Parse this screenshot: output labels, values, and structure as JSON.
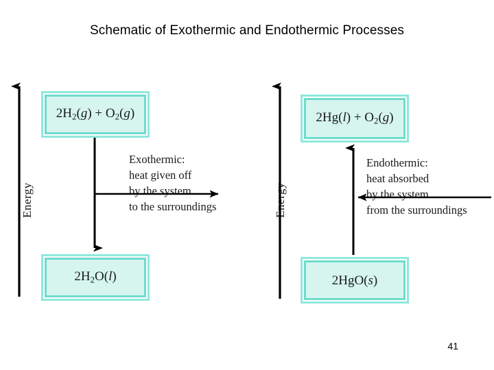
{
  "title": "Schematic of Exothermic and Endothermic Processes",
  "page_number": "41",
  "colors": {
    "box_outer_glow": "#ffffff",
    "box_band": "#8fe8dc",
    "box_ring": "#6fdccb",
    "box_fill": "#d6f5ef",
    "line": "#000000",
    "text": "#000000"
  },
  "diagrams": [
    {
      "id": "exothermic",
      "axis_label": "Energy",
      "axis_direction": "up",
      "reaction_arrow_direction": "down",
      "heat_arrow_direction": "right",
      "top_box": {
        "formula_parts": [
          {
            "t": "2H",
            "style": "normal"
          },
          {
            "t": "2",
            "style": "sub"
          },
          {
            "t": "(",
            "style": "normal"
          },
          {
            "t": "g",
            "style": "italic"
          },
          {
            "t": ") + O",
            "style": "normal"
          },
          {
            "t": "2",
            "style": "sub"
          },
          {
            "t": "(",
            "style": "normal"
          },
          {
            "t": "g",
            "style": "italic"
          },
          {
            "t": ")",
            "style": "normal"
          }
        ],
        "formula_text": "2H2(g) + O2(g)"
      },
      "bottom_box": {
        "formula_parts": [
          {
            "t": "2H",
            "style": "normal"
          },
          {
            "t": "2",
            "style": "sub"
          },
          {
            "t": "O(",
            "style": "normal"
          },
          {
            "t": "l",
            "style": "italic"
          },
          {
            "t": ")",
            "style": "normal"
          }
        ],
        "formula_text": "2H2O(l)"
      },
      "caption_lines": [
        "Exothermic:",
        "heat given off",
        "by the system",
        "to the surroundings"
      ]
    },
    {
      "id": "endothermic",
      "axis_label": "Energy",
      "axis_direction": "up",
      "reaction_arrow_direction": "up",
      "heat_arrow_direction": "left",
      "top_box": {
        "formula_parts": [
          {
            "t": "2Hg(",
            "style": "normal"
          },
          {
            "t": "l",
            "style": "italic"
          },
          {
            "t": ") + O",
            "style": "normal"
          },
          {
            "t": "2",
            "style": "sub"
          },
          {
            "t": "(",
            "style": "normal"
          },
          {
            "t": "g",
            "style": "italic"
          },
          {
            "t": ")",
            "style": "normal"
          }
        ],
        "formula_text": "2Hg(l) + O2(g)"
      },
      "bottom_box": {
        "formula_parts": [
          {
            "t": "2HgO(",
            "style": "normal"
          },
          {
            "t": "s",
            "style": "italic"
          },
          {
            "t": ")",
            "style": "normal"
          }
        ],
        "formula_text": "2HgO(s)"
      },
      "caption_lines": [
        "Endothermic:",
        "heat absorbed",
        "by the system",
        "from the surroundings"
      ]
    }
  ]
}
